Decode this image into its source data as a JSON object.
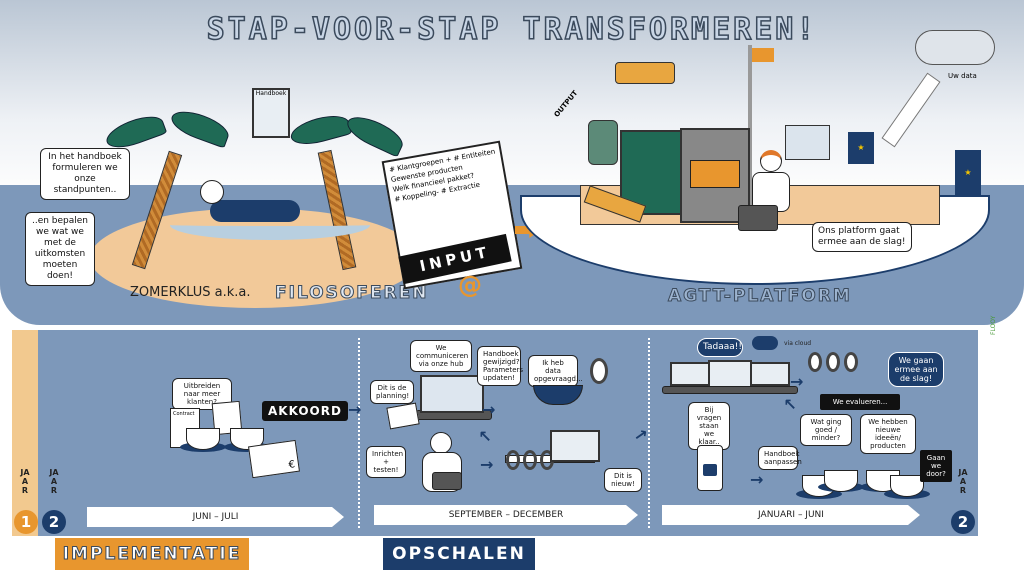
{
  "title": "STAP-VOOR-STAP TRANSFORMEREN!",
  "top": {
    "island_label_prefix": "ZOMERKLUS a.k.a.",
    "island_label_main": "FILOSOFEREN",
    "handbook_label": "Handboek",
    "bubble_1": "In het handboek formuleren we onze standpunten..",
    "bubble_2": "..en bepalen we wat we met de uitkomsten moeten doen!",
    "input_card": [
      "# Klantgroepen + # Entiteiten",
      "Gewenste producten",
      "Welk financieel pakket?",
      "# Koppeling- # Extractie"
    ],
    "input_label": "INPUT",
    "input_symbol": "@",
    "output_label": "OUTPUT",
    "uw_data": "Uw data",
    "platform_bubble": "Ons platform gaat ermee aan de slag!",
    "platform_label": "AGTT-PLATFORM"
  },
  "bottom": {
    "year_word": "JAAR",
    "year_1": "1",
    "year_2": "2",
    "phase_1": {
      "bubble": "Uitbreiden naar meer klanten?",
      "contract": "Contract",
      "akkoord": "AKKOORD",
      "timeline": "JUNI – JULI"
    },
    "phase_2": {
      "bubble_planning": "Dit is de planning!",
      "bubble_hub": "We communiceren via onze hub",
      "bubble_handbook": "Handboek gewijzigd? Parameters updaten!",
      "bubble_data": "Ik heb data opgevraagd...",
      "bubble_setup": "Inrichten + testen!",
      "bubble_new": "Dit is nieuw!",
      "timeline": "SEPTEMBER – DECEMBER"
    },
    "phase_3": {
      "tadaaa": "Tadaaa!!",
      "via_cloud": "via cloud",
      "bubble_start": "We gaan ermee aan de slag!",
      "bubble_questions": "Bij vragen staan we klaar..",
      "evaluate": "We evalueren...",
      "bubble_went": "Wat ging goed / minder?",
      "bubble_handbook": "Handboek aanpassen",
      "bubble_ideas": "We hebben nieuwe ideeën/ producten",
      "bubble_continue": "Gaan we door?",
      "timeline": "JANUARI – JUNI"
    },
    "label_implementatie": "IMPLEMENTATIE",
    "label_opschalen": "OPSCHALEN"
  },
  "colors": {
    "navy": "#1c3d6b",
    "orange": "#e8962e",
    "sand": "#f2c999",
    "panel": "#7d98ba"
  }
}
